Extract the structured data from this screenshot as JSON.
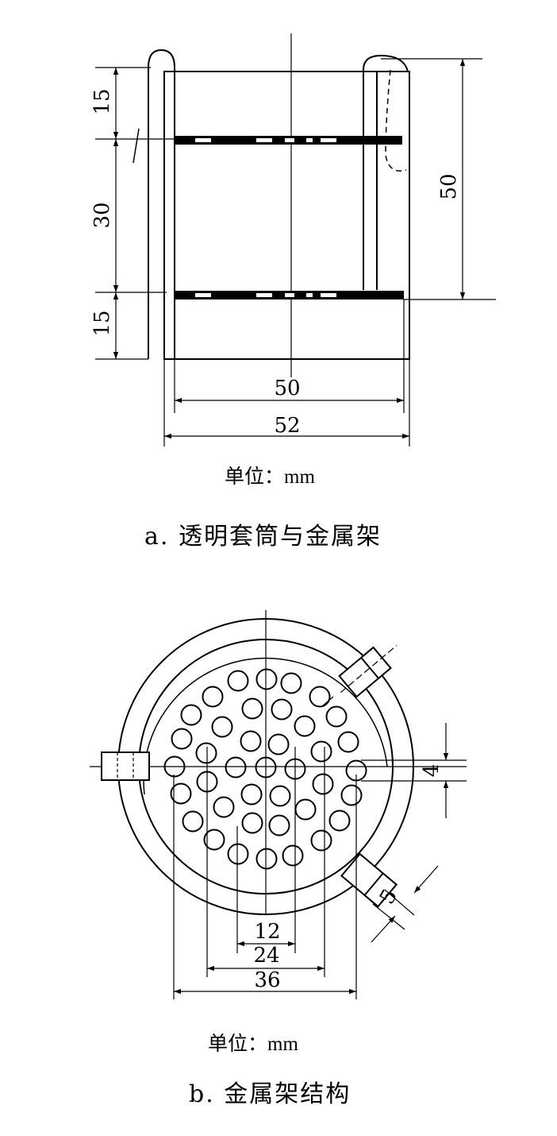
{
  "figure_a": {
    "dimensions": {
      "top_gap": "15",
      "middle_gap": "30",
      "bottom_gap": "15",
      "height": "50",
      "inner_width": "50",
      "outer_width": "52"
    },
    "unit_label": "单位：mm",
    "caption": "a. 透明套筒与金属架"
  },
  "figure_b": {
    "dimensions": {
      "hole_diameter": "4",
      "tab_width": "5",
      "ring_12": "12",
      "ring_24": "24",
      "ring_36": "36"
    },
    "unit_label": "单位：mm",
    "caption": "b. 金属架结构"
  }
}
